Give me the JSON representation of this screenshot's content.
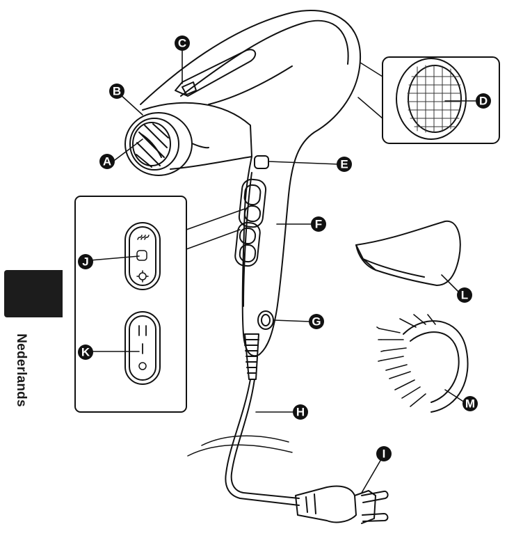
{
  "language_tab": {
    "label": "Nederlands"
  },
  "callouts": {
    "A": "A",
    "B": "B",
    "C": "C",
    "D": "D",
    "E": "E",
    "F": "F",
    "G": "G",
    "H": "H",
    "I": "I",
    "J": "J",
    "K": "K",
    "L": "L",
    "M": "M"
  },
  "colors": {
    "line": "#111111",
    "marker": "#111111",
    "tab": "#1c1c1c"
  },
  "icons": {
    "dryer": "hair-dryer-illustration",
    "diffuser": "diffuser-attachment",
    "concentrator": "concentrator-nozzle",
    "filter": "air-filter-inset",
    "plug": "power-plug"
  }
}
